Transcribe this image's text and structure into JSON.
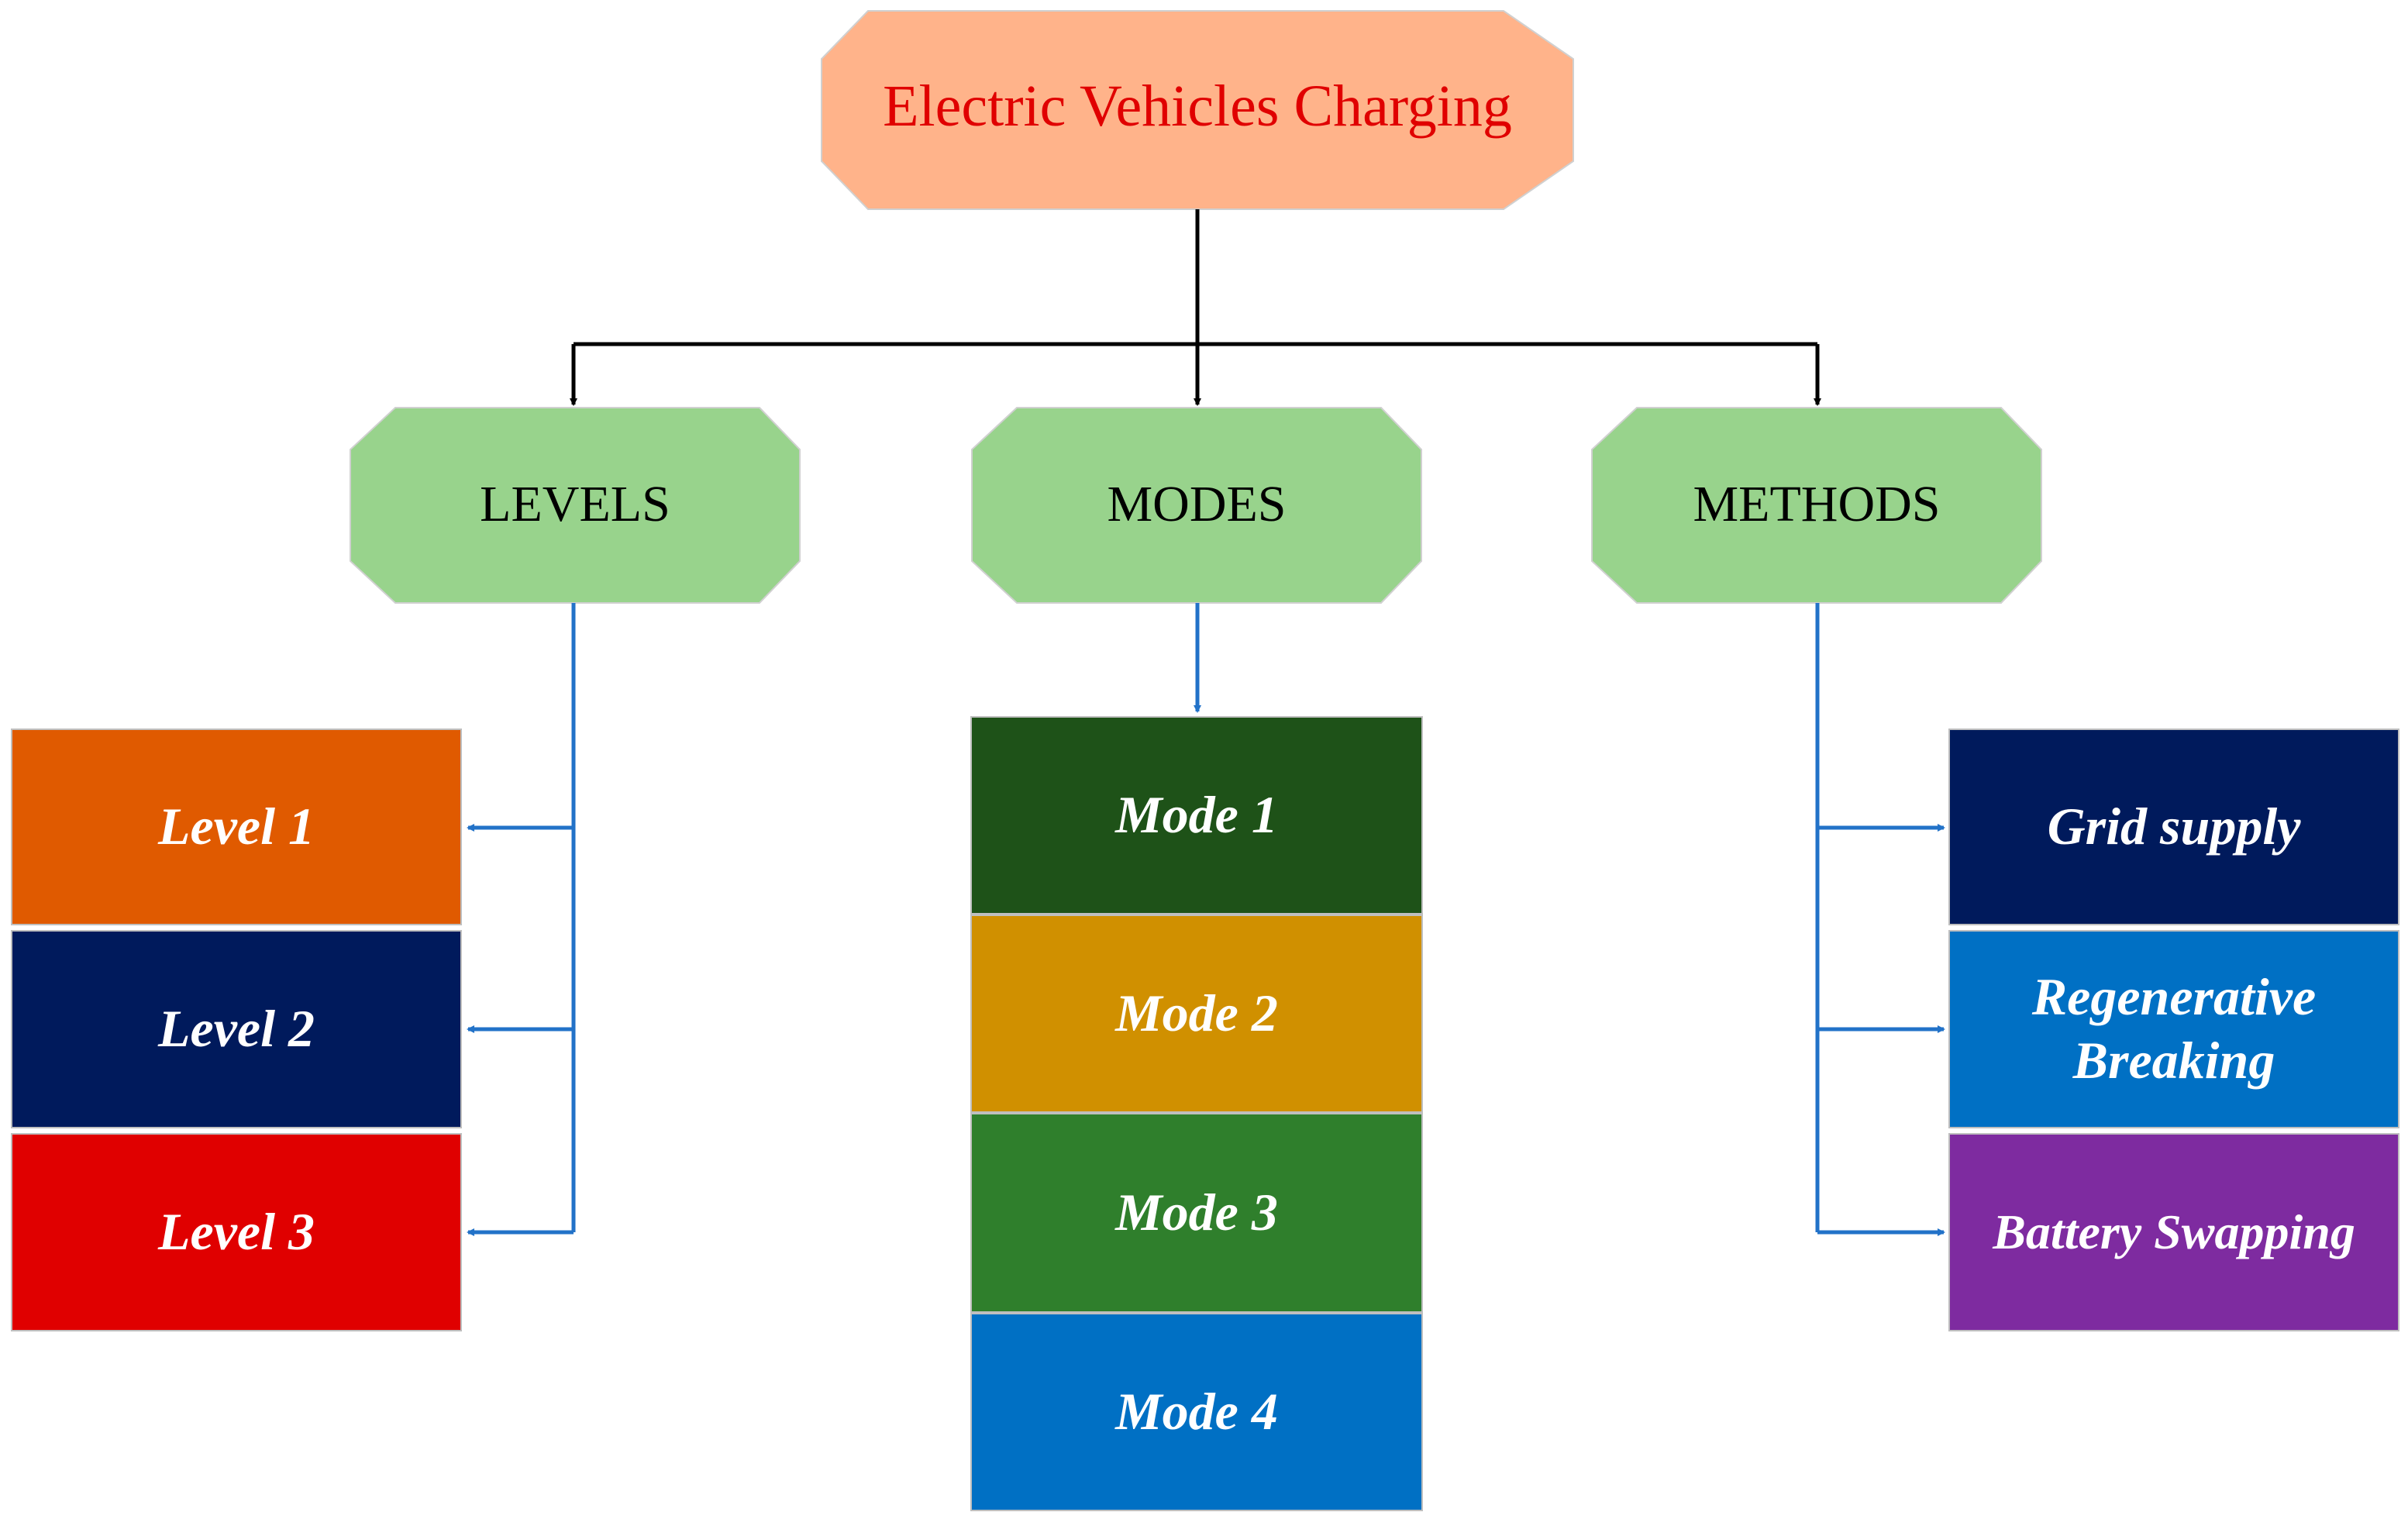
{
  "root": {
    "label": "Electric Vehicles Charging",
    "fill": "#FFB38A",
    "text_color": "#E00000"
  },
  "categories": [
    {
      "label": "LEVELS",
      "fill": "#98D38C"
    },
    {
      "label": "MODES",
      "fill": "#98D38C"
    },
    {
      "label": "METHODS",
      "fill": "#98D38C"
    }
  ],
  "levels": [
    {
      "label": "Level 1",
      "fill": "#E05A00"
    },
    {
      "label": "Level 2",
      "fill": "#001A5C"
    },
    {
      "label": "Level 3",
      "fill": "#E00000"
    }
  ],
  "modes": [
    {
      "label": "Mode 1",
      "fill": "#1E5218"
    },
    {
      "label": "Mode 2",
      "fill": "#D09000"
    },
    {
      "label": "Mode 3",
      "fill": "#2F7F2C"
    },
    {
      "label": "Mode 4",
      "fill": "#0070C4"
    }
  ],
  "methods": [
    {
      "label": "Grid supply",
      "fill": "#001A5C"
    },
    {
      "label": "Regenerative Breaking",
      "fill": "#0070C4"
    },
    {
      "label": "Battery Swapping",
      "fill": "#7E2BA0"
    }
  ],
  "connector_colors": {
    "top": "#000000",
    "bottom": "#2272C8"
  }
}
